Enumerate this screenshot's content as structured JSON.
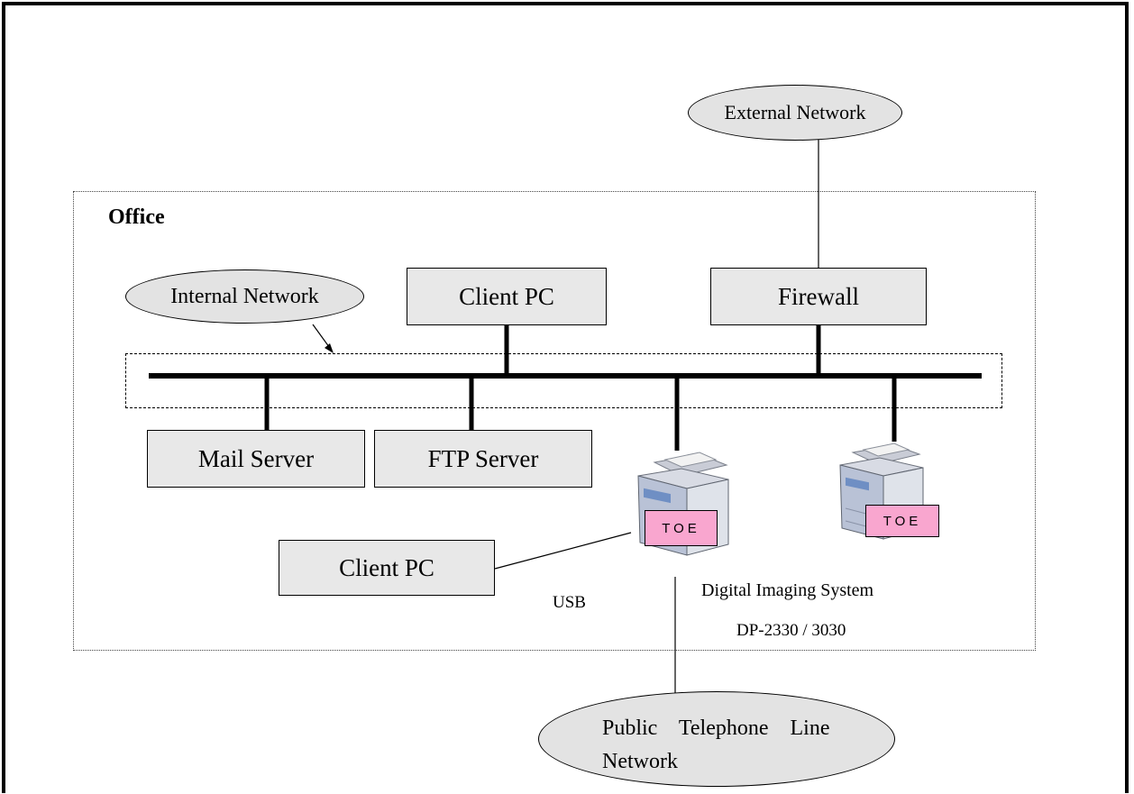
{
  "office_label": "Office",
  "nodes": {
    "external_network": "External Network",
    "internal_network": "Internal Network",
    "client_pc_top": "Client PC",
    "firewall": "Firewall",
    "mail_server": "Mail Server",
    "ftp_server": "FTP Server",
    "client_pc_usb": "Client PC",
    "toe_1": "TOE",
    "toe_2": "TOE",
    "public_telephone_line_1": "Public    Telephone    Line",
    "public_telephone_line_2": "Network"
  },
  "labels": {
    "usb": "USB",
    "device_name": "Digital Imaging System",
    "device_model": "DP-2330 / 3030"
  },
  "colors": {
    "box_fill": "#e8e8e8",
    "toe_fill": "#f9a6cf"
  }
}
